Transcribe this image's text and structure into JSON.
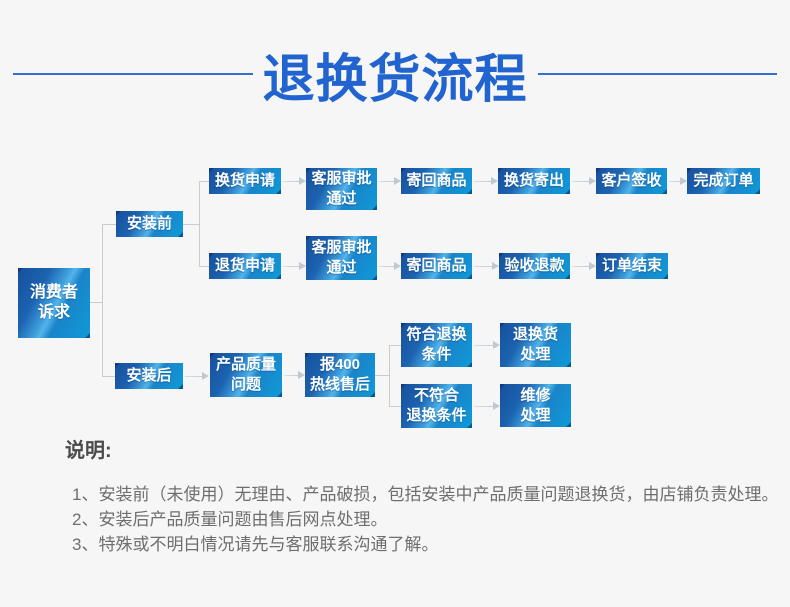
{
  "title": "退换货流程",
  "flow": {
    "nodes": [
      {
        "id": "consumer",
        "label": "消费者\n诉求"
      },
      {
        "id": "pre-install",
        "label": "安装前"
      },
      {
        "id": "exchange-request",
        "label": "换货申请"
      },
      {
        "id": "cs-approval-pass-1",
        "label": "客服审批\n通过"
      },
      {
        "id": "send-back-goods-1",
        "label": "寄回商品"
      },
      {
        "id": "exchange-shipped",
        "label": "换货寄出"
      },
      {
        "id": "customer-signed",
        "label": "客户签收"
      },
      {
        "id": "order-complete",
        "label": "完成订单"
      },
      {
        "id": "return-request",
        "label": "退货申请"
      },
      {
        "id": "cs-approval-pass-2",
        "label": "客服审批\n通过"
      },
      {
        "id": "send-back-goods-2",
        "label": "寄回商品"
      },
      {
        "id": "refund-after-inspection",
        "label": "验收退款"
      },
      {
        "id": "order-end",
        "label": "订单结束"
      },
      {
        "id": "post-install",
        "label": "安装后"
      },
      {
        "id": "product-quality-issue",
        "label": "产品质量\n问题"
      },
      {
        "id": "call-400-hotline",
        "label": "报400\n热线售后"
      },
      {
        "id": "meets-conditions",
        "label": "符合退换\n条件"
      },
      {
        "id": "return-exchange-handling",
        "label": "退换货\n处理"
      },
      {
        "id": "not-meets-conditions",
        "label": "不符合\n退换条件"
      },
      {
        "id": "repair-handling",
        "label": "维修\n处理"
      }
    ],
    "node_color_top": "#174f9c",
    "node_color_bottom": "#0e9ad8",
    "connector_color": "#c7ccd1"
  },
  "theme": {
    "title_color": "#2264cf",
    "background": "#f6f6f7",
    "text_color": "#6e6e6e"
  },
  "notes": {
    "heading": "说明:",
    "items": [
      "1、安装前（未使用）无理由、产品破损，包括安装中产品质量问题退换货，由店铺负责处理。",
      "2、安装后产品质量问题由售后网点处理。",
      "3、特殊或不明白情况请先与客服联系沟通了解。"
    ]
  }
}
